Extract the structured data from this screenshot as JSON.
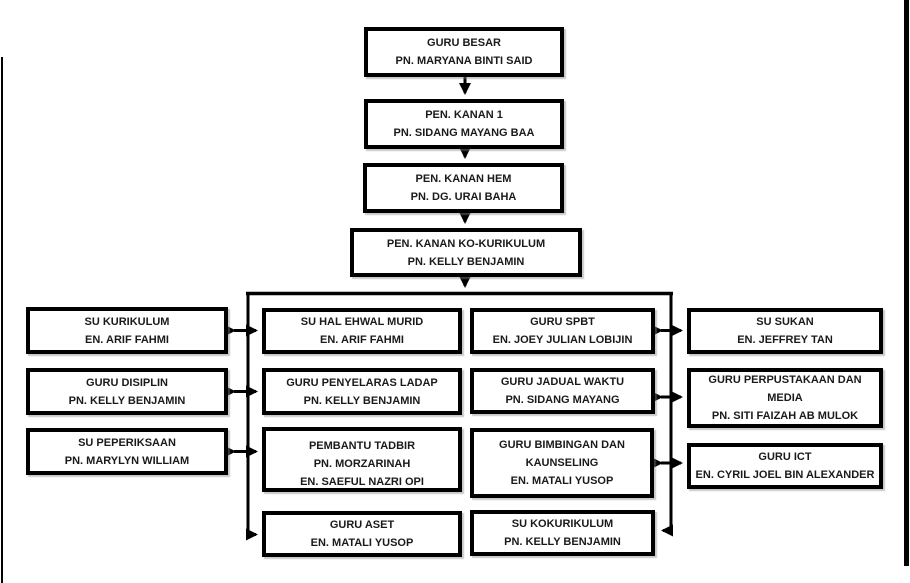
{
  "page": {
    "background": "#ffffff",
    "line_color": "#000000",
    "box_border_color": "#000000",
    "text_color": "#1a1a1a"
  },
  "org": {
    "chain": [
      {
        "title": "GURU BESAR",
        "name": "PN. MARYANA BINTI SAID"
      },
      {
        "title": "PEN. KANAN 1",
        "name": "PN. SIDANG MAYANG BAA"
      },
      {
        "title": "PEN. KANAN HEM",
        "name": "PN. DG. URAI BAHA"
      },
      {
        "title": "PEN. KANAN KO-KURIKULUM",
        "name": "PN. KELLY BENJAMIN"
      }
    ],
    "left_column": [
      {
        "title": "SU KURIKULUM",
        "name": "EN. ARIF FAHMI"
      },
      {
        "title": "GURU DISIPLIN",
        "name": "PN. KELLY BENJAMIN"
      },
      {
        "title": "SU PEPERIKSAAN",
        "name": "PN. MARYLYN WILLIAM"
      }
    ],
    "mid_left_column": [
      {
        "title": "SU HAL EHWAL MURID",
        "name": "EN. ARIF FAHMI"
      },
      {
        "title": "GURU PENYELARAS LADAP",
        "name": "PN. KELLY BENJAMIN"
      },
      {
        "title": "PEMBANTU TADBIR",
        "name": "PN. MORZARINAH",
        "name2": "EN. SAEFUL NAZRI OPI"
      },
      {
        "title": "GURU ASET",
        "name": "EN. MATALI YUSOP"
      }
    ],
    "mid_right_column": [
      {
        "title": "GURU SPBT",
        "name": "EN. JOEY JULIAN LOBIJIN"
      },
      {
        "title": "GURU JADUAL WAKTU",
        "name": "PN. SIDANG MAYANG"
      },
      {
        "title": "GURU BIMBINGAN DAN KAUNSELING",
        "name": "EN. MATALI YUSOP"
      },
      {
        "title": "SU KOKURIKULUM",
        "name": "PN. KELLY BENJAMIN"
      }
    ],
    "right_column": [
      {
        "title": "SU SUKAN",
        "name": "EN. JEFFREY TAN"
      },
      {
        "title": "GURU PERPUSTAKAAN DAN MEDIA",
        "name": "PN. SITI FAIZAH AB MULOK"
      },
      {
        "title": "GURU ICT",
        "name": "EN. CYRIL JOEL BIN ALEXANDER"
      }
    ]
  }
}
